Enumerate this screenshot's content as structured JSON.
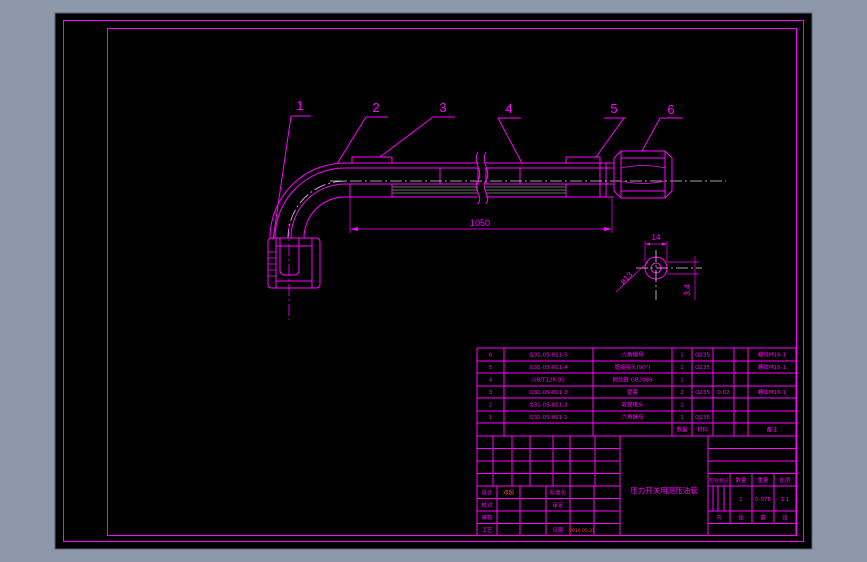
{
  "colors": {
    "viewer_bg": "#8c97a9",
    "canvas": "#000000",
    "line": "#ff00ff",
    "hatch": "#d8d8d8",
    "annotation_red": "#ff4040"
  },
  "balloons": [
    "1",
    "2",
    "3",
    "4",
    "5",
    "6"
  ],
  "dimensions": {
    "hose_length": "1050",
    "section_width": "14",
    "section_diameter": "ø13",
    "section_wall": "3.4"
  },
  "bom": {
    "header": {
      "qty": "数量",
      "material": "材料",
      "note": "备注"
    },
    "rows": [
      {
        "no": "6",
        "code": "Q31-05-011-5",
        "name": "六角螺母",
        "qty": "1",
        "material": "Q235",
        "note": "螺纹M16-1"
      },
      {
        "no": "5",
        "code": "Q31-05-011-4",
        "name": "管接接头(90°)",
        "qty": "1",
        "material": "Q235",
        "note": "螺纹M16-1"
      },
      {
        "no": "4",
        "code": "GB/T128-92",
        "name": "钢丝管 GB2089",
        "qty": "1"
      },
      {
        "no": "3",
        "code": "Q31-05-011-3",
        "name": "管套",
        "qty": "2",
        "material": "Q235",
        "unit": "0.02",
        "note": "螺纹M16-1"
      },
      {
        "no": "2",
        "code": "Q31-05-011-2",
        "name": "软管接头",
        "qty": "1"
      },
      {
        "no": "1",
        "code": "Q31-05-011-1",
        "name": "六角螺母",
        "qty": "1",
        "material": "Q235"
      }
    ]
  },
  "title_block": {
    "drawing_title": "压力开关用测压油管",
    "signoff": [
      {
        "role": "设计",
        "name": "邓超",
        "check": "标准化"
      },
      {
        "role": "校对",
        "check": "审定"
      },
      {
        "role": "审核"
      },
      {
        "role": "工艺",
        "check": "日期",
        "date": "2010.05.31"
      }
    ],
    "meta_headers": [
      "阶段标记",
      "数量",
      "重量",
      "比例"
    ],
    "meta_values": {
      "qty": "1",
      "weight": "0.078",
      "scale": "1:1"
    },
    "sheet": [
      "共",
      "张",
      "第",
      "张"
    ]
  }
}
